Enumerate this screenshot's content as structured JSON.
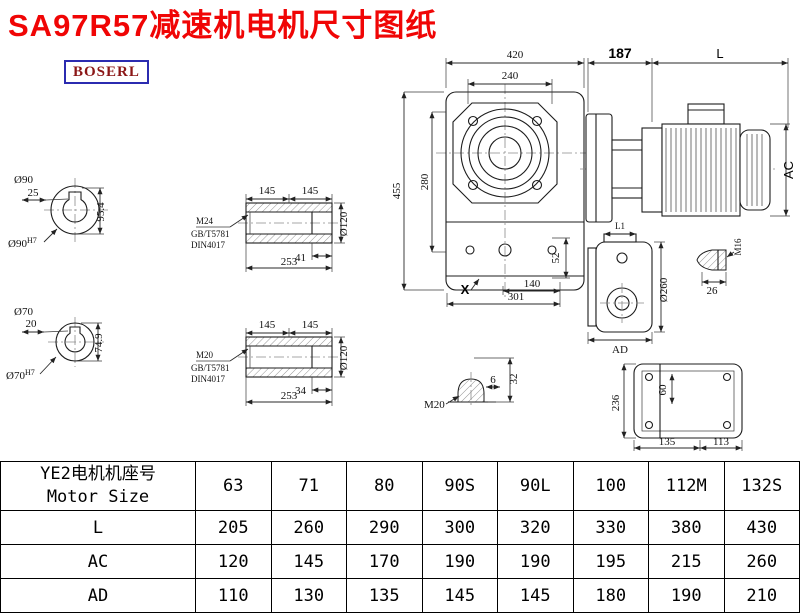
{
  "page": {
    "title": "SA97R57减速机电机尺寸图纸",
    "logo": "BOSERL"
  },
  "colors": {
    "title": "#f00505",
    "logo_border": "#2b2bb0",
    "logo_text": "#8b1616",
    "line": "#1c1c1c"
  },
  "front_view": {
    "w420": "420",
    "w240": "240",
    "h455": "455",
    "h280": "280",
    "d52": "52",
    "w140": "140",
    "w301": "301",
    "x_mark": "X"
  },
  "motor_view": {
    "d187": "187",
    "len": "L",
    "ac": "AC"
  },
  "shaft_top": {
    "dia": "Ø90",
    "key_w": "25",
    "key_h": "95.4",
    "bore": "Ø90",
    "tol": "H7"
  },
  "shaft_bot": {
    "dia": "Ø70",
    "key_w": "20",
    "key_h": "74.9",
    "bore": "Ø70",
    "tol": "H7"
  },
  "hollow_top": {
    "seg1": "145",
    "seg2": "145",
    "dia": "Ø120",
    "thread": "M24",
    "std1": "GB/T5781",
    "std2": "DIN4017",
    "depth": "41",
    "total": "253"
  },
  "hollow_bot": {
    "seg1": "145",
    "seg2": "145",
    "dia": "Ø120",
    "thread": "M20",
    "std1": "GB/T5781",
    "std2": "DIN4017",
    "depth": "34",
    "total": "253"
  },
  "side_view": {
    "l1": "L1",
    "thread": "M16",
    "d26": "26",
    "dia": "Ø260",
    "ad": "AD"
  },
  "plug_detail": {
    "thread": "M20",
    "d6": "6",
    "d32": "32"
  },
  "back_view": {
    "h236": "236",
    "h60": "60",
    "w135": "135",
    "w113": "113"
  },
  "table": {
    "header_cn": "YE2电机机座号",
    "header_en": "Motor Size",
    "columns": [
      "63",
      "71",
      "80",
      "90S",
      "90L",
      "100",
      "112M",
      "132S"
    ],
    "rows": [
      {
        "label": "L",
        "values": [
          "205",
          "260",
          "290",
          "300",
          "320",
          "330",
          "380",
          "430"
        ]
      },
      {
        "label": "AC",
        "values": [
          "120",
          "145",
          "170",
          "190",
          "190",
          "195",
          "215",
          "260"
        ]
      },
      {
        "label": "AD",
        "values": [
          "110",
          "130",
          "135",
          "145",
          "145",
          "180",
          "190",
          "210"
        ]
      }
    ]
  }
}
